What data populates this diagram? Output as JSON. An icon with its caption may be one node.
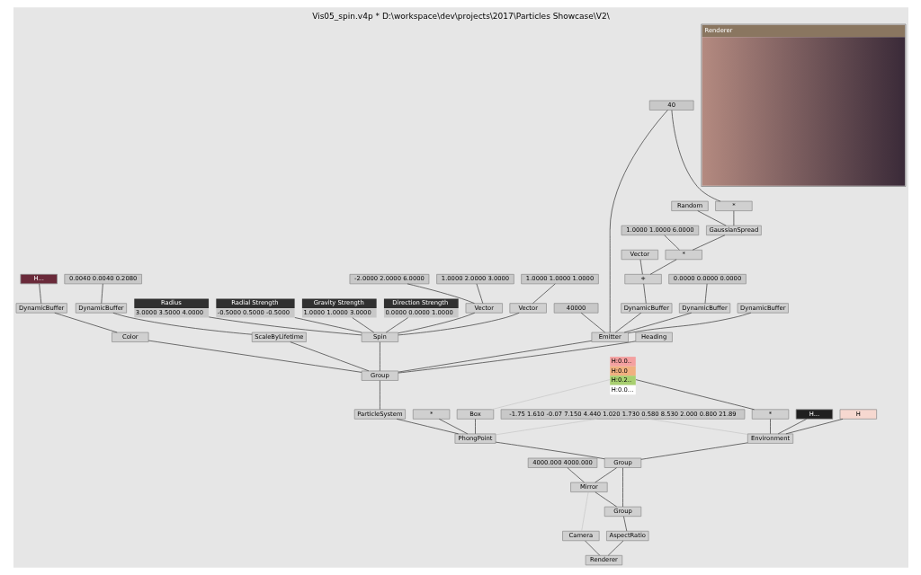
{
  "diagram": {
    "title": "Vis05_spin.v4p * D:\\workspace\\dev\\projects\\2017\\Particles Showcase\\V2\\",
    "nodes": [
      {
        "text": [
          "40000"
        ]
      },
      {
        "text": [
          "40"
        ]
      },
      {
        "text": [
          "Random"
        ]
      },
      {
        "text": [
          "*"
        ]
      },
      {
        "text": [
          "GaussianSpread"
        ]
      },
      {
        "text": [
          "1.0000 1.0000 6.0000"
        ]
      },
      {
        "text": [
          "*"
        ]
      },
      {
        "text": [
          "Vector"
        ]
      },
      {
        "text": [
          "+"
        ]
      },
      {
        "text": [
          "0.0000 0.0000 0.0000"
        ]
      },
      {
        "text": [
          "DynamicBuffer"
        ]
      },
      {
        "text": [
          "DynamicBuffer"
        ]
      },
      {
        "text": [
          "DynamicBuffer"
        ]
      },
      {
        "text": [
          "Emitter"
        ]
      },
      {
        "text": [
          "H..."
        ]
      },
      {
        "text": [
          "DynamicBuffer"
        ]
      },
      {
        "text": [
          "Color"
        ]
      },
      {
        "text": [
          "0.0040 0.0040 0.2080"
        ]
      },
      {
        "text": [
          "DynamicBuffer"
        ]
      },
      {
        "text": [
          "ScaleByLifetime"
        ]
      },
      {
        "text": [
          "-2.0000 2.0000 6.0000"
        ]
      },
      {
        "text": [
          "1.0000 2.0000 3.0000"
        ]
      },
      {
        "text": [
          "1.0000 1.0000 1.0000"
        ]
      },
      {
        "text": [
          "Radius",
          "3.0000 3.5000 4.0000"
        ]
      },
      {
        "text": [
          "Radial Strength",
          "-0.5000 0.5000 -0.5000"
        ]
      },
      {
        "text": [
          "Gravity Strength",
          "1.0000 1.0000 3.0000"
        ]
      },
      {
        "text": [
          "Direction Strength",
          "0.0000 0.0000 1.0000"
        ]
      },
      {
        "text": [
          "Vector"
        ]
      },
      {
        "text": [
          "Vector"
        ]
      },
      {
        "text": [
          "Spin"
        ]
      },
      {
        "text": [
          "Heading"
        ]
      },
      {
        "text": [
          "Group"
        ]
      },
      {
        "text": [
          "ParticleSystem"
        ]
      },
      {
        "text": [
          "-1.75 1.610 -0.07 7.150 4.440 1.020 1.730 0.580 8.530 2.000 0.800 21.89"
        ]
      },
      {
        "text": [
          "H:0.0..",
          "H:0.0",
          "H:0.2..",
          "H:0.0..."
        ]
      },
      {
        "text": [
          "H..."
        ]
      },
      {
        "text": [
          "H"
        ]
      },
      {
        "text": [
          "*"
        ]
      },
      {
        "text": [
          "Environment"
        ]
      },
      {
        "text": [
          "Box"
        ]
      },
      {
        "text": [
          "*"
        ]
      },
      {
        "text": [
          "PhongPoint"
        ]
      },
      {
        "text": [
          "Group"
        ]
      },
      {
        "text": [
          "4000.000 4000.000"
        ]
      },
      {
        "text": [
          "Mirror"
        ]
      },
      {
        "text": [
          "Group"
        ]
      },
      {
        "text": [
          "AspectRatio"
        ]
      },
      {
        "text": [
          "Camera"
        ]
      },
      {
        "text": [
          "Renderer"
        ]
      },
      {
        "text": [
          "Renderer"
        ]
      }
    ],
    "edges": [
      {
        "from": 0,
        "to": 13,
        "arrow": "none"
      },
      {
        "from": 1,
        "to": 13,
        "arrow": "none"
      },
      {
        "from": 1,
        "to": 3,
        "arrow": "none"
      },
      {
        "from": 2,
        "to": 4,
        "arrow": "none"
      },
      {
        "from": 3,
        "to": 4,
        "arrow": "none"
      },
      {
        "from": 4,
        "to": 6,
        "arrow": "none"
      },
      {
        "from": 5,
        "to": 6,
        "arrow": "none"
      },
      {
        "from": 6,
        "to": 8,
        "arrow": "none"
      },
      {
        "from": 7,
        "to": 8,
        "arrow": "none"
      },
      {
        "from": 8,
        "to": 10,
        "arrow": "none"
      },
      {
        "from": 9,
        "to": 11,
        "arrow": "none"
      },
      {
        "from": 10,
        "to": 13,
        "arrow": "none"
      },
      {
        "from": 11,
        "to": 13,
        "arrow": "none"
      },
      {
        "from": 12,
        "to": 13,
        "arrow": "none"
      },
      {
        "from": 14,
        "to": 15,
        "arrow": "none"
      },
      {
        "from": 15,
        "to": 16,
        "arrow": "none"
      },
      {
        "from": 17,
        "to": 18,
        "arrow": "none"
      },
      {
        "from": 18,
        "to": 19,
        "arrow": "none"
      },
      {
        "from": 20,
        "to": 27,
        "arrow": "none"
      },
      {
        "from": 21,
        "to": 27,
        "arrow": "none"
      },
      {
        "from": 22,
        "to": 28,
        "arrow": "none"
      },
      {
        "from": 27,
        "to": 29,
        "arrow": "none"
      },
      {
        "from": 28,
        "to": 29,
        "arrow": "none"
      },
      {
        "from": 23,
        "to": 29,
        "arrow": "none"
      },
      {
        "from": 24,
        "to": 29,
        "arrow": "none"
      },
      {
        "from": 25,
        "to": 29,
        "arrow": "none"
      },
      {
        "from": 26,
        "to": 29,
        "arrow": "none"
      },
      {
        "from": 13,
        "to": 31,
        "arrow": "none"
      },
      {
        "from": 16,
        "to": 31,
        "arrow": "none"
      },
      {
        "from": 19,
        "to": 31,
        "arrow": "none"
      },
      {
        "from": 29,
        "to": 31,
        "arrow": "none"
      },
      {
        "from": 30,
        "to": 31,
        "arrow": "none"
      },
      {
        "from": 31,
        "to": 32,
        "arrow": "none"
      },
      {
        "from": 32,
        "to": 41,
        "arrow": "none"
      },
      {
        "from": 33,
        "to": 38,
        "arrow": "none",
        "color": "#c8c8c8"
      },
      {
        "from": 33,
        "to": 41,
        "arrow": "none",
        "color": "#c8c8c8"
      },
      {
        "from": 34,
        "to": 37,
        "arrow": "none"
      },
      {
        "from": 34,
        "to": 39,
        "arrow": "none",
        "color": "#c8c8c8"
      },
      {
        "from": 35,
        "to": 38,
        "arrow": "none"
      },
      {
        "from": 36,
        "to": 38,
        "arrow": "none"
      },
      {
        "from": 37,
        "to": 38,
        "arrow": "none"
      },
      {
        "from": 39,
        "to": 41,
        "arrow": "none"
      },
      {
        "from": 40,
        "to": 41,
        "arrow": "none"
      },
      {
        "from": 38,
        "to": 42,
        "arrow": "none"
      },
      {
        "from": 41,
        "to": 42,
        "arrow": "none"
      },
      {
        "from": 42,
        "to": 44,
        "arrow": "none"
      },
      {
        "from": 42,
        "to": 45,
        "arrow": "none"
      },
      {
        "from": 43,
        "to": 44,
        "arrow": "none"
      },
      {
        "from": 44,
        "to": 45,
        "arrow": "none"
      },
      {
        "from": 44,
        "to": 47,
        "arrow": "none",
        "color": "#c8c8c8"
      },
      {
        "from": 45,
        "to": 46,
        "arrow": "none"
      },
      {
        "from": 46,
        "to": 48,
        "arrow": "none"
      },
      {
        "from": 47,
        "to": 48,
        "arrow": "none"
      }
    ]
  }
}
